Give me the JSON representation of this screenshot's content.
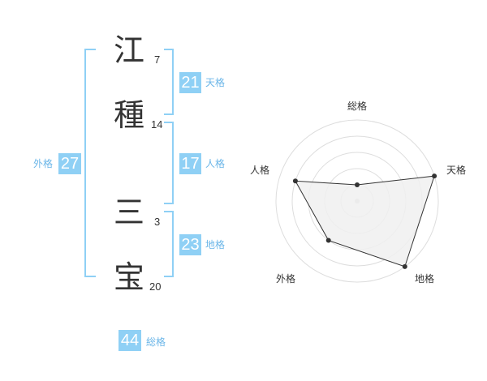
{
  "name_chars": [
    {
      "char": "江",
      "strokes": "7"
    },
    {
      "char": "種",
      "strokes": "14"
    },
    {
      "char": "三",
      "strokes": "3"
    },
    {
      "char": "宝",
      "strokes": "20"
    }
  ],
  "kaku": {
    "tenkaku": {
      "value": "21",
      "label": "天格"
    },
    "jinkaku": {
      "value": "17",
      "label": "人格"
    },
    "chikaku": {
      "value": "23",
      "label": "地格"
    },
    "gaikaku": {
      "value": "27",
      "label": "外格"
    },
    "soukaku": {
      "value": "44",
      "label": "総格"
    }
  },
  "colors": {
    "accent": "#8fd0f5",
    "accent_text": "#6bb6e8",
    "radar_fill": "#f0f0f0",
    "radar_line": "#333333"
  },
  "chart_data": {
    "type": "radar",
    "axes": [
      "総格",
      "天格",
      "地格",
      "外格",
      "人格"
    ],
    "values": [
      0.2,
      1.0,
      1.0,
      0.6,
      0.8
    ],
    "rings": 5
  }
}
